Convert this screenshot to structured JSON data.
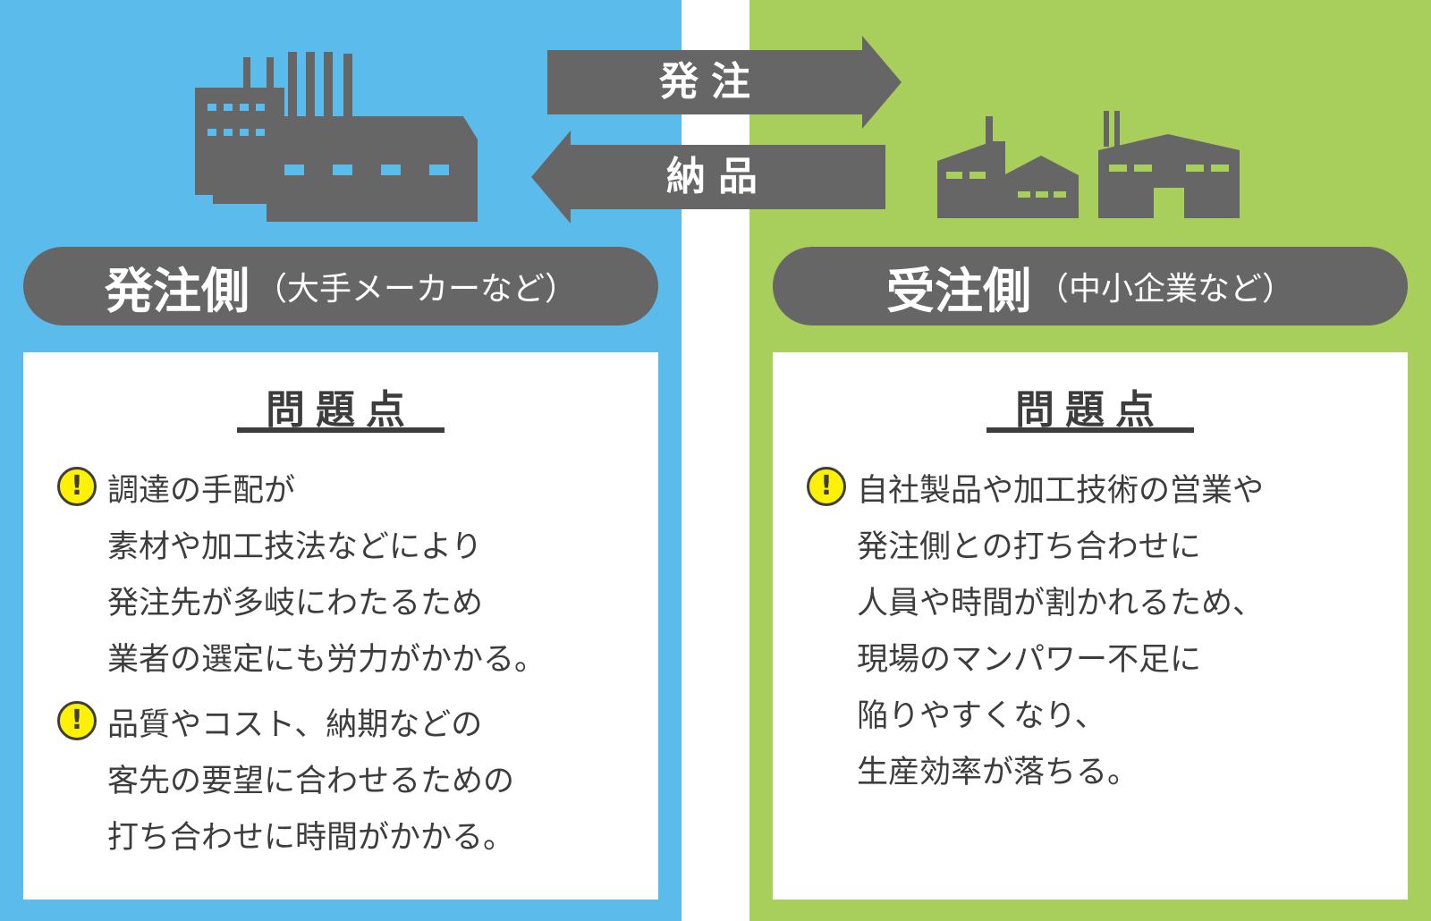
{
  "arrows": {
    "order_label": "発注",
    "delivery_label": "納品"
  },
  "left": {
    "side_title": "発注側",
    "side_subtitle": "（大手メーカーなど）",
    "card_title": "問題点",
    "issues": [
      {
        "icon": "!",
        "lines": [
          "調達の手配が",
          "素材や加工技法などにより",
          "発注先が多岐にわたるため",
          "業者の選定にも労力がかかる。"
        ]
      },
      {
        "icon": "!",
        "lines": [
          "品質やコスト、納期などの",
          "客先の要望に合わせるための",
          "打ち合わせに時間がかかる。"
        ]
      }
    ]
  },
  "right": {
    "side_title": "受注側",
    "side_subtitle": "（中小企業など）",
    "card_title": "問題点",
    "issues": [
      {
        "icon": "!",
        "lines": [
          "自社製品や加工技術の営業や",
          "発注側との打ち合わせに",
          "人員や時間が割かれるため、",
          "現場のマンパワー不足に",
          "陥りやすくなり、",
          "生産効率が落ちる。"
        ]
      }
    ]
  },
  "colors": {
    "left_bg": "#5bbcec",
    "right_bg": "#a8ce5c",
    "dark_gray": "#666666",
    "text": "#3d3d3d",
    "warning_yellow": "#fff200"
  }
}
